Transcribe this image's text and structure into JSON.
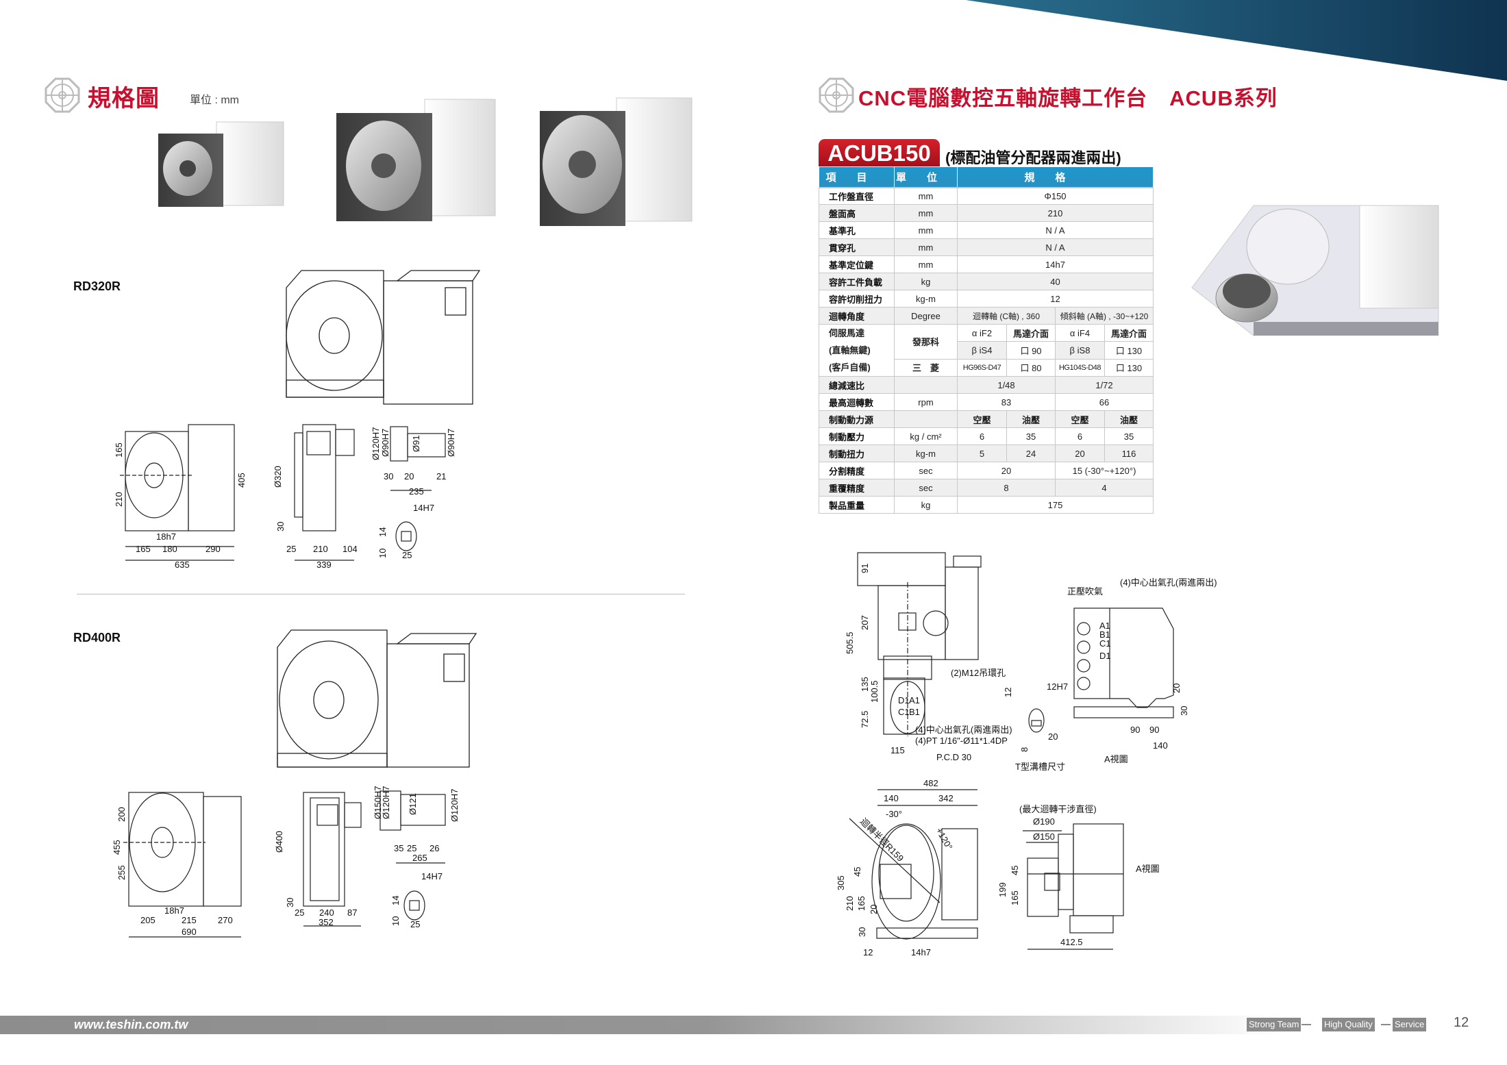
{
  "header": {
    "left_title": "規格圖",
    "unit_label": "單位 : mm",
    "right_title": "CNC電腦數控五軸旋轉工作台　ACUB系列",
    "accent_color": "#c8102e",
    "band_color": "#17405e"
  },
  "models": {
    "rd320r": "RD320R",
    "rd400r": "RD400R"
  },
  "drawings": {
    "rd320r": [
      "165",
      "210",
      "405",
      "18h7",
      "165",
      "180",
      "290",
      "635",
      "Ø320",
      "30",
      "25",
      "210",
      "104",
      "339",
      "Ø120H7",
      "Ø90H7",
      "Ø91",
      "Ø90H7",
      "30",
      "20",
      "21",
      "235",
      "14H7",
      "14",
      "10",
      "25"
    ],
    "rd400r": [
      "455",
      "200",
      "255",
      "18h7",
      "205",
      "215",
      "270",
      "690",
      "Ø400",
      "30",
      "25",
      "240",
      "87",
      "352",
      "Ø150H7",
      "Ø120H7",
      "Ø121",
      "Ø120H7",
      "35",
      "25",
      "26",
      "265",
      "14H7",
      "14",
      "10",
      "25"
    ],
    "acub_front": [
      "505.5",
      "91",
      "207",
      "135",
      "100.5",
      "72.5",
      "115",
      "P.C.D 30",
      "(2)M12吊環孔",
      "(4)中心出氣孔(兩進兩出)",
      "(4)PT 1/16\"-Ø11*1.4DP",
      "D1",
      "A1",
      "C1",
      "B1"
    ],
    "tslot": [
      "12",
      "12H7",
      "8",
      "20",
      "T型溝槽尺寸"
    ],
    "a_view": [
      "正壓吹氣",
      "(4)中心出氣孔(兩進兩出)",
      "A1",
      "B1",
      "C1",
      "D1",
      "20",
      "30",
      "90",
      "90",
      "140",
      "A視圖"
    ],
    "acub_bottom": [
      "482",
      "140",
      "342",
      "迴轉半徑R159",
      "-30°",
      "+120°",
      "305",
      "45",
      "210",
      "165",
      "20",
      "30",
      "12",
      "14h7"
    ],
    "acub_side": [
      "(最大迴轉干涉直徑)",
      "Ø190",
      "Ø150",
      "45",
      "199",
      "165",
      "412.5",
      "A視圖"
    ]
  },
  "spec": {
    "model": "ACUB150",
    "subtitle": "(標配油管分配器兩進兩出)",
    "headers": [
      "項目",
      "單位",
      "規格"
    ],
    "rows": [
      {
        "item": "工作盤直徑",
        "unit": "mm",
        "value": "Φ150"
      },
      {
        "item": "盤面高",
        "unit": "mm",
        "value": "210"
      },
      {
        "item": "基準孔",
        "unit": "mm",
        "value": "N / A"
      },
      {
        "item": "貫穿孔",
        "unit": "mm",
        "value": "N / A"
      },
      {
        "item": "基準定位鍵",
        "unit": "mm",
        "value": "14h7"
      },
      {
        "item": "容許工件負載",
        "unit": "kg",
        "value": "40"
      },
      {
        "item": "容許切削扭力",
        "unit": "kg-m",
        "value": "12"
      }
    ],
    "rotation": {
      "item": "迴轉角度",
      "unit": "Degree",
      "c_axis": "迴轉軸 (C軸) , 360",
      "a_axis": "傾斜軸 (A軸) , -30~+120"
    },
    "servo": {
      "item_lines": [
        "伺服馬達",
        "(直軸無鍵)",
        "(客戶自備)"
      ],
      "fanuc": "發那科",
      "mitsubishi": "三　菱",
      "c1": "α iF2",
      "c2": "馬達介面",
      "c3": "α iF4",
      "c4": "馬達介面",
      "d1": "β iS4",
      "d2": "口 90",
      "d3": "β iS8",
      "d4": "口 130",
      "e1": "HG96S-D47",
      "e2": "口 80",
      "e3": "HG104S-D48",
      "e4": "口 130"
    },
    "ratio": {
      "item": "總減速比",
      "unit": "",
      "c": "1/48",
      "a": "1/72"
    },
    "rpm": {
      "item": "最高迴轉數",
      "unit": "rpm",
      "c": "83",
      "a": "66"
    },
    "brake_source": {
      "item": "制動動力源",
      "unit": "",
      "v": [
        "空壓",
        "油壓",
        "空壓",
        "油壓"
      ]
    },
    "brake_pressure": {
      "item": "制動壓力",
      "unit": "kg / cm²",
      "v": [
        "6",
        "35",
        "6",
        "35"
      ]
    },
    "brake_torque": {
      "item": "制動扭力",
      "unit": "kg-m",
      "v": [
        "5",
        "24",
        "20",
        "116"
      ]
    },
    "indexing": {
      "item": "分割精度",
      "unit": "sec",
      "c": "20",
      "a": "15 (-30°~+120°)"
    },
    "repeat": {
      "item": "重覆精度",
      "unit": "sec",
      "c": "8",
      "a": "4"
    },
    "weight": {
      "item": "製品重量",
      "unit": "kg",
      "value": "175"
    }
  },
  "footer": {
    "website": "www.teshin.com.tw",
    "badges": [
      "Strong Team",
      "High Quality",
      "Service"
    ],
    "page_number": "12"
  }
}
